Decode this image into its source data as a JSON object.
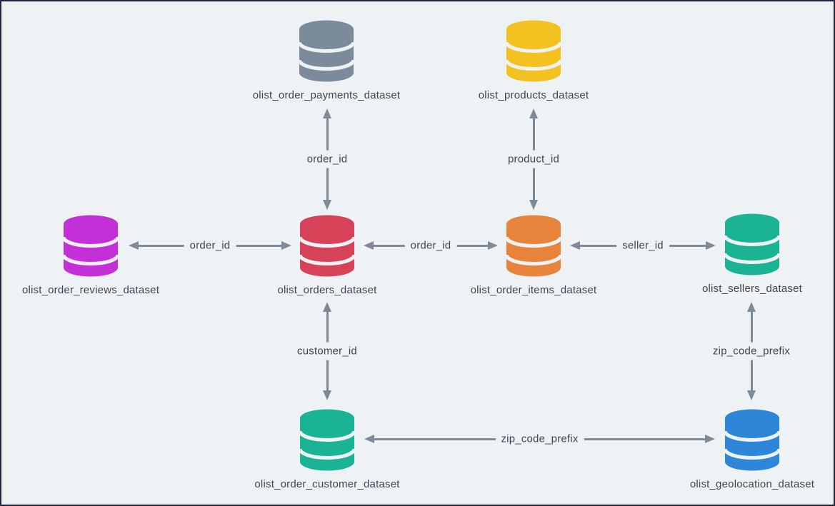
{
  "colors": {
    "background": "#eef2f5",
    "frame_border": "#20263d",
    "arrow": "#7d8b99",
    "text": "#3d4654"
  },
  "nodes": {
    "payments": {
      "label": "olist_order_payments_dataset",
      "color": "#7b8b9b",
      "icon": "database-icon"
    },
    "products": {
      "label": "olist_products_dataset",
      "color": "#f4c220",
      "icon": "database-icon"
    },
    "reviews": {
      "label": "olist_order_reviews_dataset",
      "color": "#c330d8",
      "icon": "database-icon"
    },
    "orders": {
      "label": "olist_orders_dataset",
      "color": "#d64257",
      "icon": "database-icon"
    },
    "items": {
      "label": "olist_order_items_dataset",
      "color": "#e8833c",
      "icon": "database-icon"
    },
    "sellers": {
      "label": "olist_sellers_dataset",
      "color": "#1ab394",
      "icon": "database-icon"
    },
    "customer": {
      "label": "olist_order_customer_dataset",
      "color": "#1ab394",
      "icon": "database-icon"
    },
    "geolocation": {
      "label": "olist_geolocation_dataset",
      "color": "#2e86d9",
      "icon": "database-icon"
    }
  },
  "edges": {
    "payments_orders": {
      "label": "order_id",
      "between": [
        "payments",
        "orders"
      ]
    },
    "products_items": {
      "label": "product_id",
      "between": [
        "products",
        "items"
      ]
    },
    "reviews_orders": {
      "label": "order_id",
      "between": [
        "reviews",
        "orders"
      ]
    },
    "orders_items": {
      "label": "order_id",
      "between": [
        "orders",
        "items"
      ]
    },
    "items_sellers": {
      "label": "seller_id",
      "between": [
        "items",
        "sellers"
      ]
    },
    "orders_customer": {
      "label": "customer_id",
      "between": [
        "orders",
        "customer"
      ]
    },
    "sellers_geolocation": {
      "label": "zip_code_prefix",
      "between": [
        "sellers",
        "geolocation"
      ]
    },
    "customer_geolocation": {
      "label": "zip_code_prefix",
      "between": [
        "customer",
        "geolocation"
      ]
    }
  }
}
